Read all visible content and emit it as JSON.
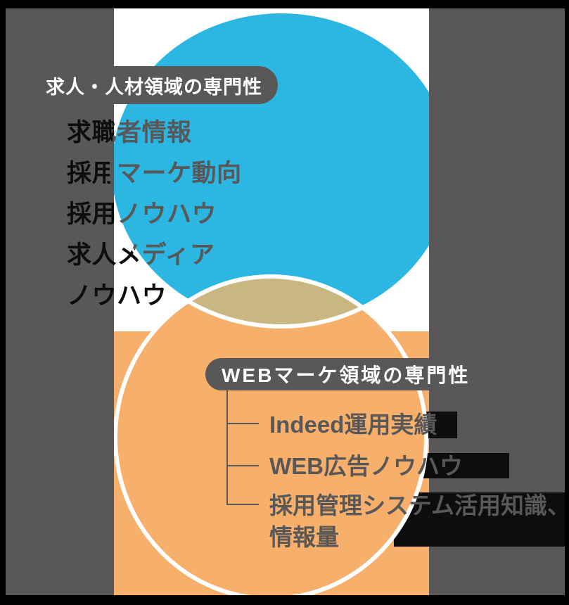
{
  "diagram": {
    "title_implicit": "求人・人材領域とWEBマーケ領域の専門性ベン図",
    "top_circle": {
      "label": "求人・人材領域の専門性",
      "items": [
        "求職者情報",
        "採用マーケ動向",
        "採用ノウハウ",
        "求人メディア",
        "ノウハウ"
      ],
      "color": "#2cb6e2"
    },
    "bottom_circle": {
      "label": "WEBマーケ領域の専門性",
      "items": [
        "Indeed運用実績",
        "WEB広告ノウハウ",
        "採用管理システム活用知識、情報量"
      ],
      "color": "#f7b06c"
    },
    "overlap_color": "#c9b681",
    "background_color": "#595757",
    "band_color": "#ffffff",
    "frame_color": "#000000",
    "pill_background": "#595757",
    "pill_text_color": "#ffffff",
    "item_text_color": "#595757",
    "shadow_text_color": "#0d0d0d"
  }
}
